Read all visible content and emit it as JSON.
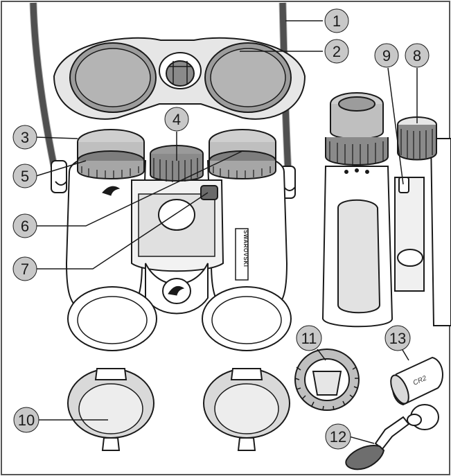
{
  "callouts": [
    {
      "number": "1"
    },
    {
      "number": "2"
    },
    {
      "number": "3"
    },
    {
      "number": "4"
    },
    {
      "number": "5"
    },
    {
      "number": "6"
    },
    {
      "number": "7"
    },
    {
      "number": "8"
    },
    {
      "number": "9"
    },
    {
      "number": "10"
    },
    {
      "number": "11"
    },
    {
      "number": "12"
    },
    {
      "number": "13"
    }
  ],
  "product": {
    "brand_marking": "SWAROVSKI",
    "battery_label": "CR2"
  },
  "colors": {
    "ink": "#1a1a1a",
    "callout_fill": "#c8c8c8",
    "body_fill": "#ffffff",
    "lens_fill": "#9c9c9c",
    "cap_fill": "#d9d9d9",
    "rubber_fill": "#7d7d7d",
    "border": "#555555"
  }
}
